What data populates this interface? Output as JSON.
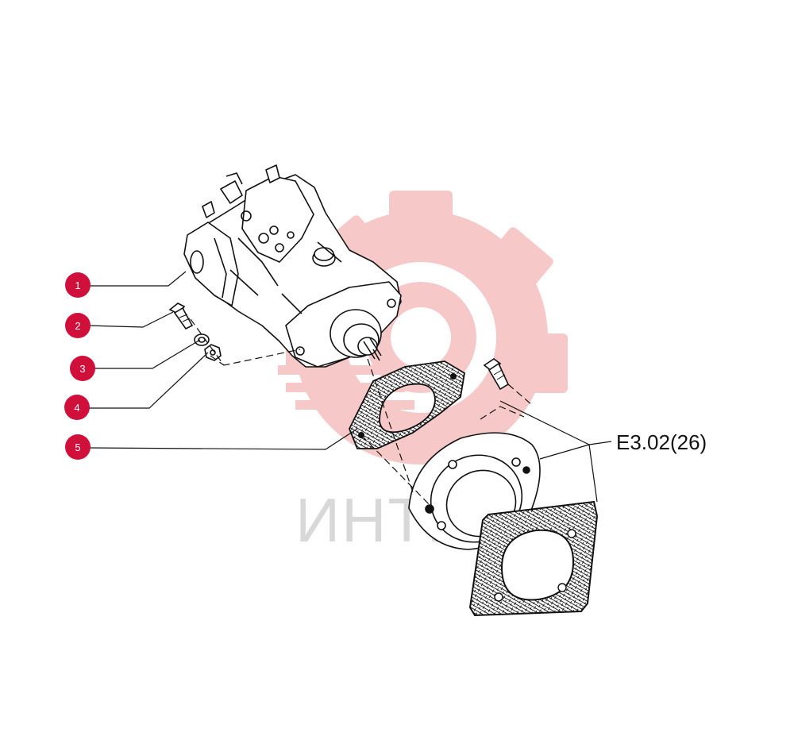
{
  "watermark": {
    "text": "ИНТЕХ",
    "gear_color": "#f6c8c8",
    "text_color": "#d8d8d8"
  },
  "callouts": [
    {
      "number": "1",
      "part": "hydraulic-pump"
    },
    {
      "number": "2",
      "part": "bolt"
    },
    {
      "number": "3",
      "part": "washer"
    },
    {
      "number": "4",
      "part": "nut"
    },
    {
      "number": "5",
      "part": "gasket"
    }
  ],
  "reference": {
    "label": "E3.02(26)"
  },
  "colors": {
    "callout": "#d0103a",
    "ink": "#111111"
  }
}
